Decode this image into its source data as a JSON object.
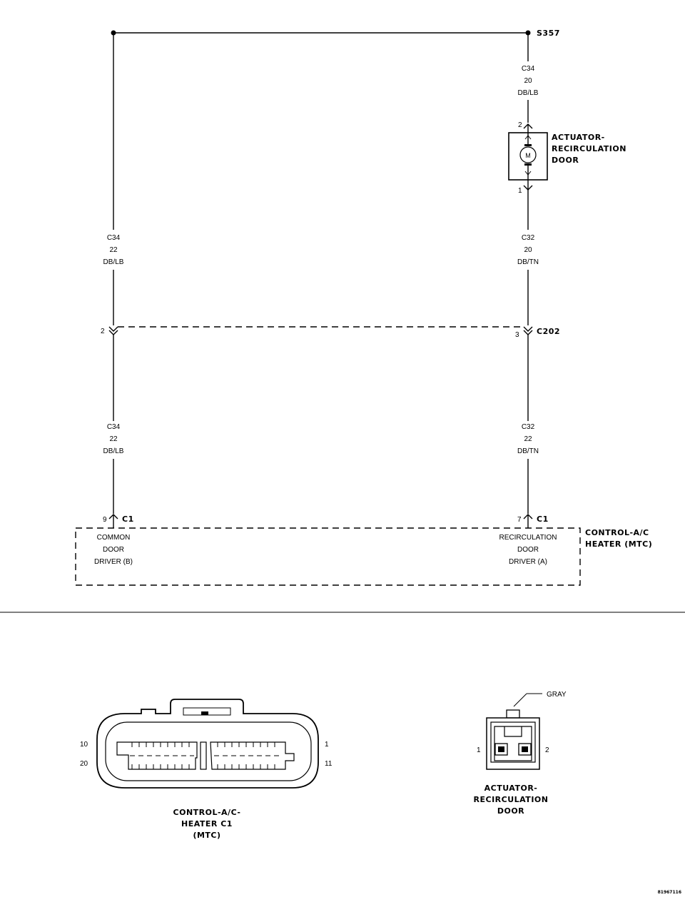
{
  "splice": {
    "id": "S357"
  },
  "wires": {
    "top_right": {
      "circuit": "C34",
      "gauge": "20",
      "color": "DB/LB"
    },
    "left_upper": {
      "circuit": "C34",
      "gauge": "22",
      "color": "DB/LB"
    },
    "right_upper": {
      "circuit": "C32",
      "gauge": "20",
      "color": "DB/TN"
    },
    "left_lower": {
      "circuit": "C34",
      "gauge": "22",
      "color": "DB/LB"
    },
    "right_lower": {
      "circuit": "C32",
      "gauge": "22",
      "color": "DB/TN"
    }
  },
  "actuator": {
    "name_lines": [
      "ACTUATOR-",
      "RECIRCULATION",
      "DOOR"
    ],
    "motor_symbol": "M",
    "pin_top": "2",
    "pin_bottom": "1"
  },
  "connector_c202": {
    "id": "C202",
    "pin_left": "2",
    "pin_right": "3"
  },
  "control_module": {
    "name_lines": [
      "CONTROL-A/C",
      "HEATER (MTC)"
    ],
    "connector_id": "C1",
    "left_pin": "9",
    "right_pin": "7",
    "left_function_lines": [
      "COMMON",
      "DOOR",
      "DRIVER (B)"
    ],
    "right_function_lines": [
      "RECIRCULATION",
      "DOOR",
      "DRIVER (A)"
    ]
  },
  "connector_views": {
    "c1": {
      "pin_labels": {
        "top_left": "10",
        "bottom_left": "20",
        "top_right": "1",
        "bottom_right": "11"
      },
      "name_lines": [
        "CONTROL-A/C-",
        "HEATER C1",
        "(MTC)"
      ]
    },
    "actuator": {
      "color_label": "GRAY",
      "pin_left": "1",
      "pin_right": "2",
      "name_lines": [
        "ACTUATOR-",
        "RECIRCULATION",
        "DOOR"
      ]
    }
  },
  "figure_id": "81967116"
}
